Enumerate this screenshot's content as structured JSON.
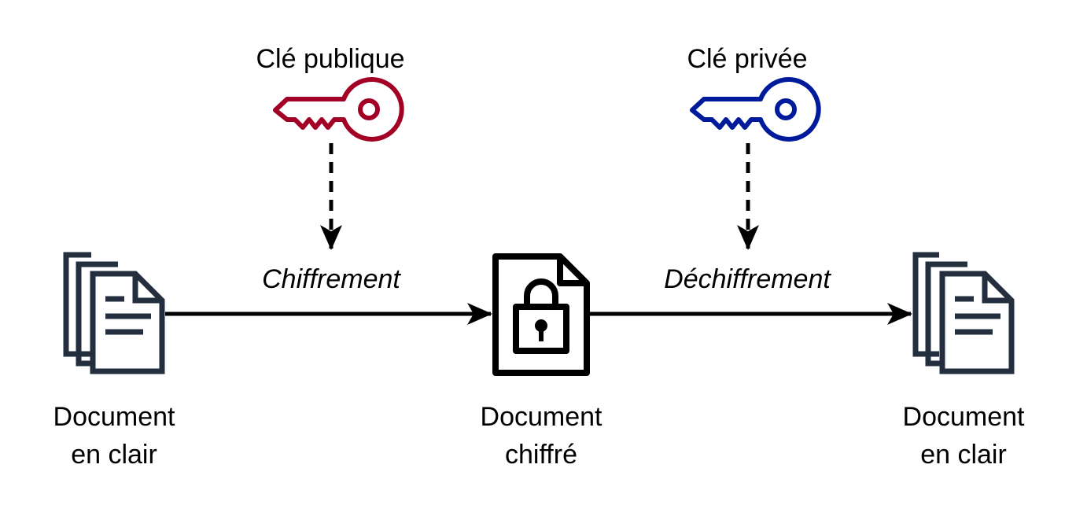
{
  "keys": {
    "public": {
      "label": "Clé publique",
      "color": "#a20025",
      "icon": "key-icon"
    },
    "private": {
      "label": "Clé privée",
      "color": "#001a9c",
      "icon": "key-icon"
    }
  },
  "steps": {
    "encrypt": "Chiffrement",
    "decrypt": "Déchiffrement"
  },
  "nodes": {
    "plain_doc_left": {
      "line1": "Document",
      "line2": "en clair",
      "icon": "documents-icon"
    },
    "encrypted_doc": {
      "line1": "Document",
      "line2": "chiffré",
      "icon": "locked-file-icon"
    },
    "plain_doc_right": {
      "line1": "Document",
      "line2": "en clair",
      "icon": "documents-icon"
    }
  },
  "colors": {
    "document_icon": "#232f3e",
    "arrow": "#000000"
  }
}
